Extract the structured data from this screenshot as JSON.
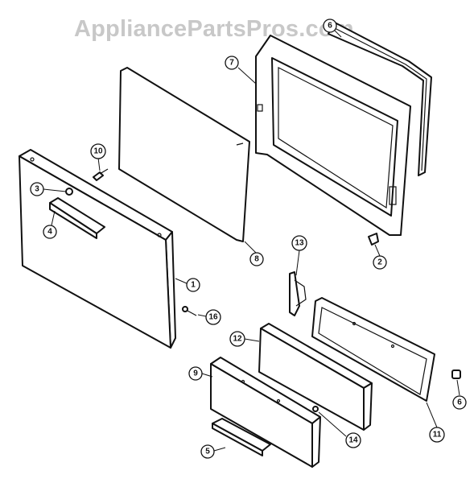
{
  "watermark": "AppliancePartsPros.com",
  "callouts": {
    "c1": "1",
    "c2": "2",
    "c3": "3",
    "c4": "4",
    "c5": "5",
    "c6": "6",
    "c7": "7",
    "c8": "8",
    "c9": "9",
    "c10": "10",
    "c11": "11",
    "c12": "12",
    "c13": "13",
    "c14": "14",
    "c16": "16"
  }
}
